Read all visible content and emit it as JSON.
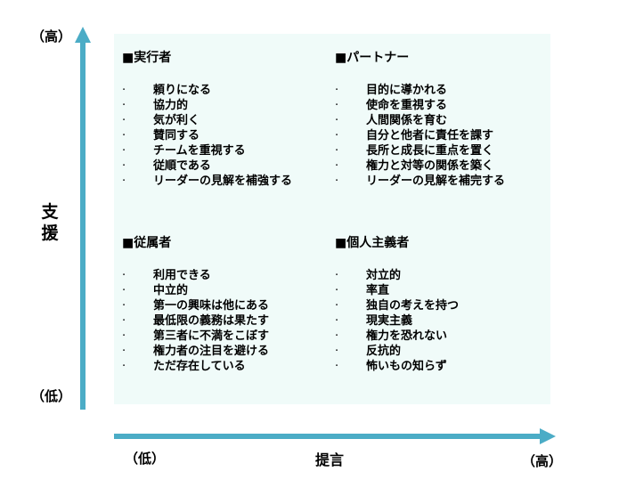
{
  "axes": {
    "y_title_chars": [
      "支",
      "援"
    ],
    "y_high": "（高）",
    "y_low": "（低）",
    "x_title": "提言",
    "x_low": "（低）",
    "x_high": "（高）",
    "color": "#4bacc6"
  },
  "quadrants": {
    "top_left": {
      "title": "■実行者",
      "items": [
        "頼りになる",
        "協力的",
        "気が利く",
        "賛同する",
        "チームを重視する",
        "従順である",
        "リーダーの見解を補強する"
      ]
    },
    "top_right": {
      "title": "■パートナー",
      "items": [
        "目的に導かれる",
        "使命を重視する",
        "人間関係を育む",
        "自分と他者に責任を課す",
        "長所と成長に重点を置く",
        "権力と対等の関係を築く",
        "リーダーの見解を補完する"
      ]
    },
    "bottom_left": {
      "title": "■従属者",
      "items": [
        "利用できる",
        "中立的",
        "第一の興味は他にある",
        "最低限の義務は果たす",
        "第三者に不満をこぼす",
        "権力者の注目を避ける",
        "ただ存在している"
      ]
    },
    "bottom_right": {
      "title": "■個人主義者",
      "items": [
        "対立的",
        "率直",
        "独自の考えを持つ",
        "現実主義",
        "権力を恐れない",
        "反抗的",
        "怖いもの知らず"
      ]
    }
  },
  "bullet": "·",
  "panel_color": "#f0fbf9"
}
